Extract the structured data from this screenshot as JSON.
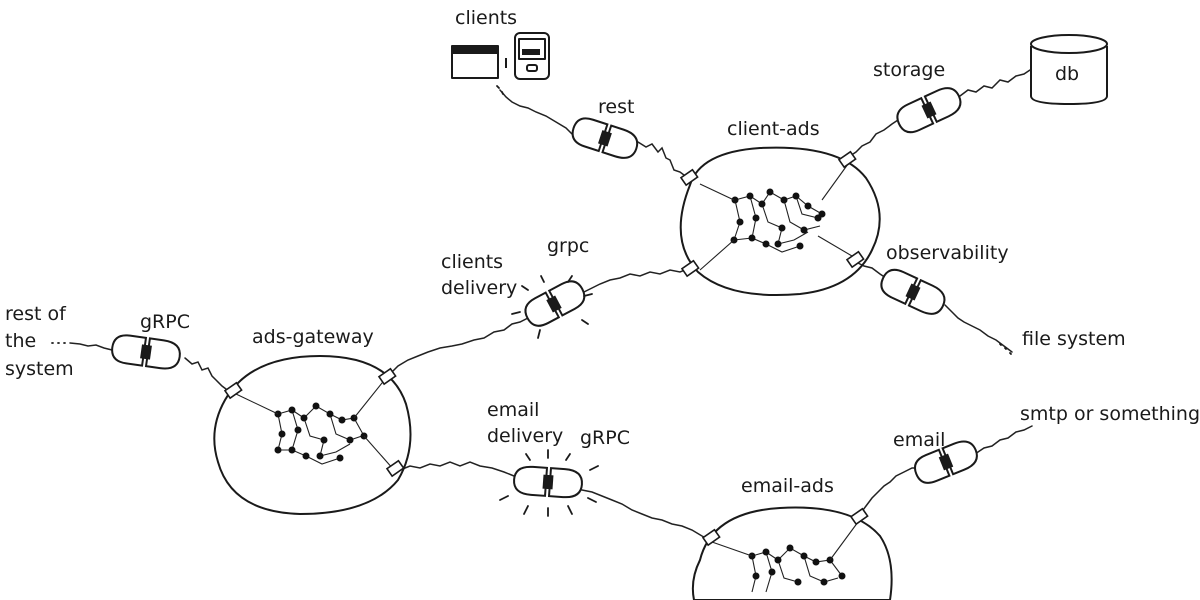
{
  "services": {
    "client_ads": "client-ads",
    "ads_gateway": "ads-gateway",
    "email_ads": "email-ads"
  },
  "connections": {
    "rest": "rest",
    "storage": "storage",
    "observability": "observability",
    "grpc_clients": "grpc",
    "grpc_gateway": "gRPC",
    "grpc_email": "gRPC",
    "email": "email"
  },
  "annotations": {
    "clients_delivery_line1": "clients",
    "clients_delivery_line2": "delivery",
    "email_delivery_line1": "email",
    "email_delivery_line2": "delivery"
  },
  "externals": {
    "clients": "clients",
    "db": "db",
    "file_system": "file system",
    "smtp": "smtp or something",
    "rest_of_system_line1": "rest of",
    "rest_of_system_line2": "the",
    "rest_of_system_line3": "system"
  }
}
